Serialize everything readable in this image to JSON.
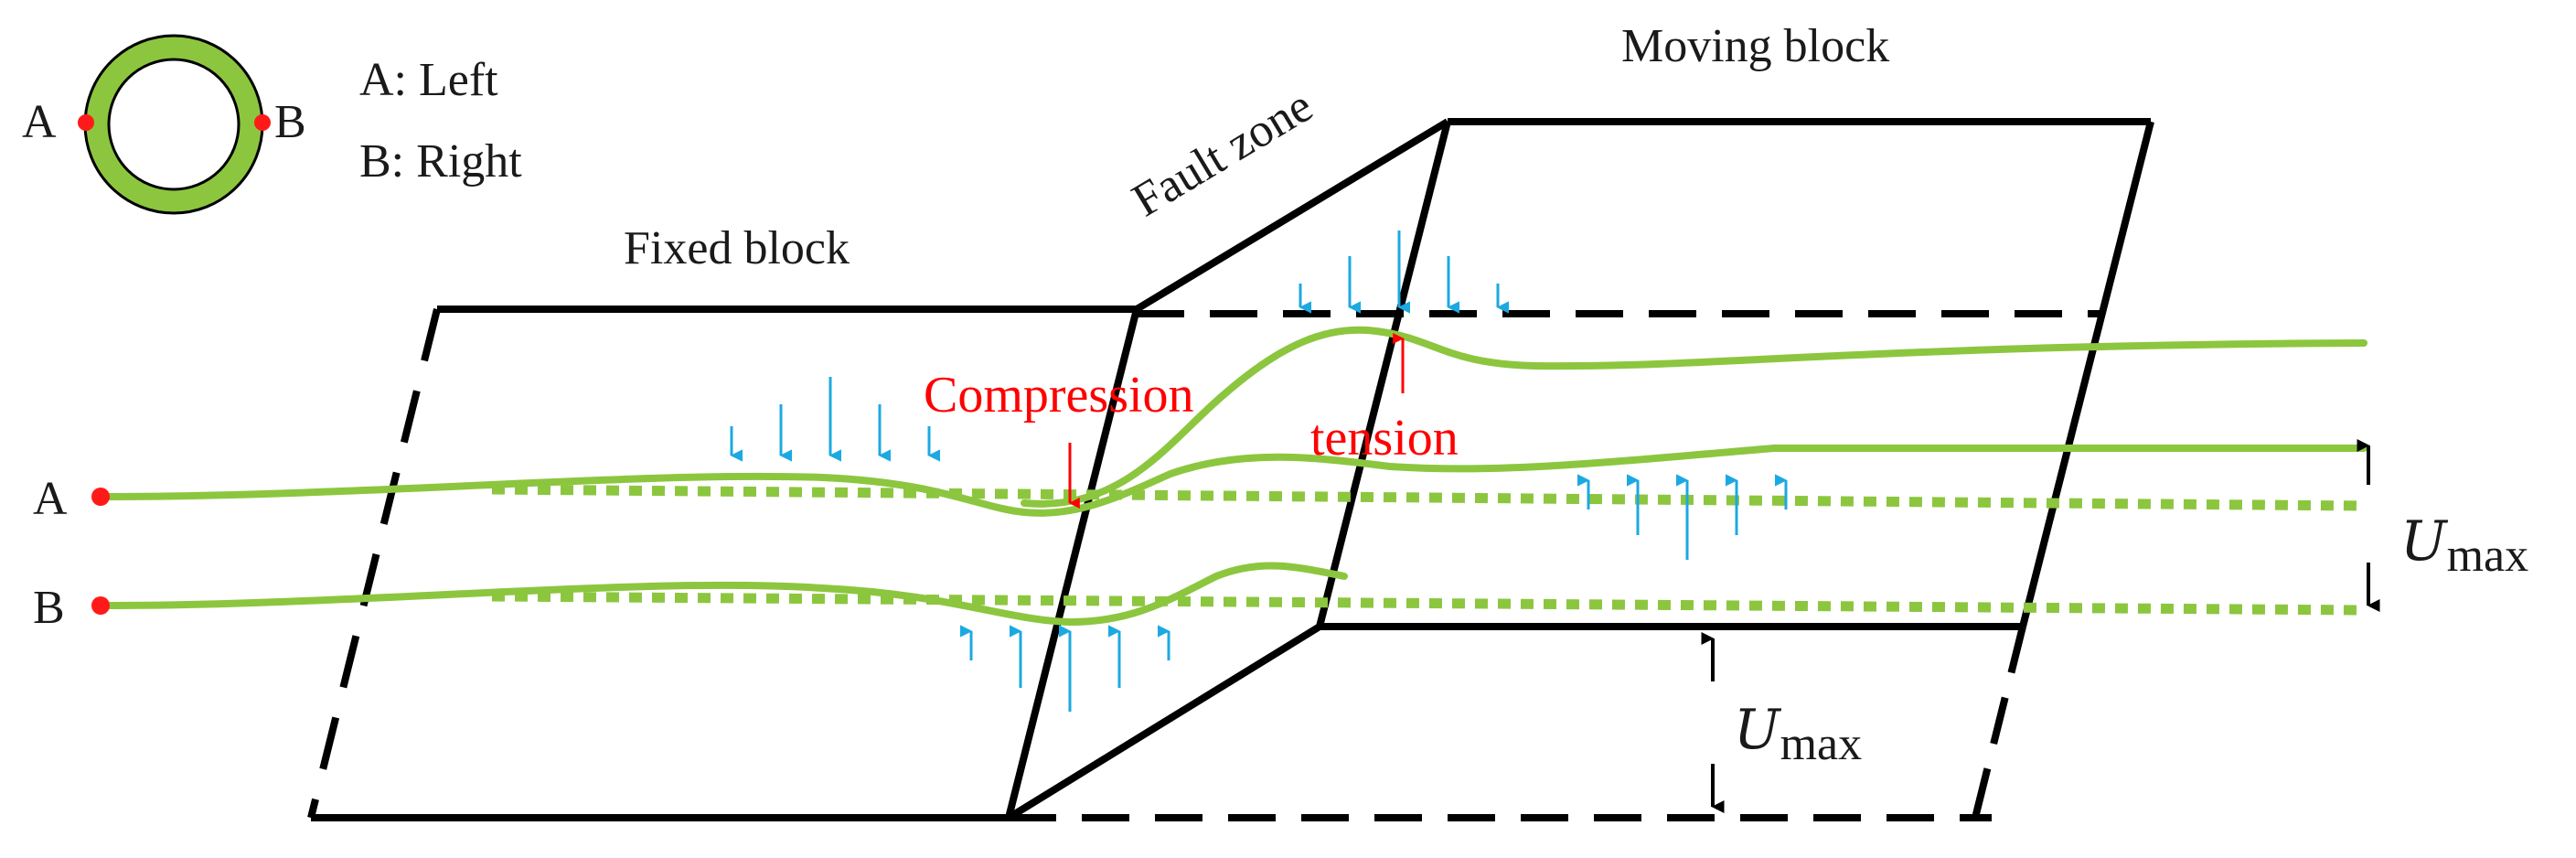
{
  "legend": {
    "a_marker": "A",
    "b_marker": "B",
    "a_desc": "A: Left",
    "b_desc": "B: Right"
  },
  "labels": {
    "fixed_block": "Fixed block",
    "fault_zone": "Fault zone",
    "moving_block": "Moving block",
    "compression": "Compression",
    "tension": "tension",
    "line_a": "A",
    "line_b": "B",
    "u_symbol": "U",
    "u_subscript": "max"
  },
  "colors": {
    "pipe": "#8cc63f",
    "outline": "#000000",
    "annotation": "#ff0000",
    "load_arrow": "#1ca9e1"
  }
}
